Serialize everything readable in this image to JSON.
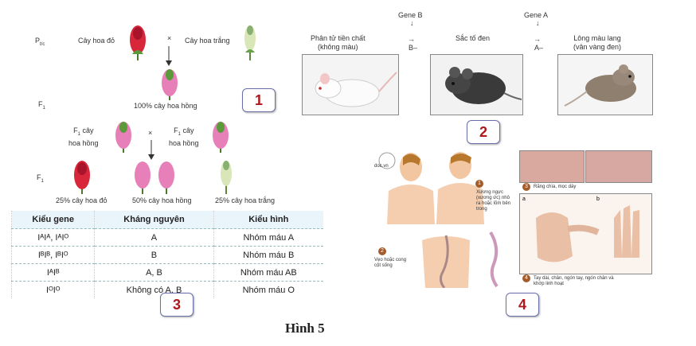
{
  "panel1": {
    "p_label": "P",
    "p_sub": "t/c",
    "parent_red": "Cây hoa đỏ",
    "cross": "×",
    "parent_white": "Cây hoa trắng",
    "f1_label": "F",
    "f1_sub": "1",
    "f1_result": "100% cây hoa hồng",
    "f1_pink_left": [
      "F",
      "1",
      " cây",
      "hoa hồng"
    ],
    "f1_pink_right": [
      "F",
      "1",
      " cây",
      "hoa hồng"
    ],
    "f2_label": "F",
    "f2_sub": "1",
    "res_red": "25% cây hoa đỏ",
    "res_pink": "50% cây hoa hồng",
    "res_white": "25% cây hoa trắng",
    "badge": "1"
  },
  "panel2": {
    "gene_b": "Gene B",
    "gene_a": "Gene A",
    "precursor_line1": "Phân tử tiền chất",
    "precursor_line2": "(không màu)",
    "pigment": "Sắc tố đen",
    "result_line1": "Lông màu lang",
    "result_line2": "(vân vàng đen)",
    "arrow1_sub": "B–",
    "arrow2_sub": "A–",
    "badge": "2"
  },
  "panel3": {
    "headers": [
      "Kiểu gene",
      "Kháng nguyên",
      "Kiểu hình"
    ],
    "rows": [
      [
        "IᴬIᴬ, IᴬIᴼ",
        "A",
        "Nhóm máu A"
      ],
      [
        "IᴮIᴮ, IᴮIᴼ",
        "B",
        "Nhóm máu B"
      ],
      [
        "IᴬIᴮ",
        "A, B",
        "Nhóm máu AB"
      ],
      [
        "IᴼIᴼ",
        "Không có A, B",
        "Nhóm máu O"
      ]
    ],
    "badge": "3"
  },
  "panel4": {
    "watermark": "doc.vn",
    "n1": "1",
    "label1": [
      "Xương ngực",
      "(xương ức) nhô",
      "ra hoặc lõm bên",
      "trong"
    ],
    "n2": "2",
    "label2": [
      "Vẹo hoặc cong",
      "cột sống"
    ],
    "n3": "3",
    "label3": "Răng chìa, mọc dày",
    "n4": "4",
    "label4": [
      "Tay dài, chân, ngón tay, ngón chân và",
      "khớp linh hoạt"
    ],
    "photo_a": "a",
    "photo_b": "b",
    "badge": "4"
  },
  "caption": "Hình 5",
  "colors": {
    "badge_text": "#b0171b",
    "badge_border": "#6b6fa8",
    "red_flower": "#d8263a",
    "pink_flower": "#e77fb8",
    "white_flower": "#eef0d8"
  }
}
